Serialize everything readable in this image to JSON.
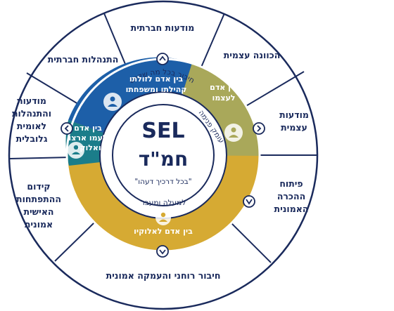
{
  "center": {
    "line1": "SEL",
    "line2": "חמ\"ד",
    "line3": "\"בכל דרכיך דעהו\""
  },
  "ring": {
    "top": "חיבור בכל מה שקיים",
    "right": "עומק פנימה",
    "bottom": "למעלה ומעבר"
  },
  "inner_segments": {
    "top_blue": [
      "בין אדם לזולתו",
      "קהילתו ומשפחתו"
    ],
    "right_olive": [
      "בין אדם",
      "לעצמו"
    ],
    "left_teal": [
      "בין אדם",
      "לעמו ארצו",
      "ואלוקיו"
    ],
    "bottom_gold": [
      "בין אדם לאלוקיו"
    ]
  },
  "outer_segments": {
    "top": [
      "מודעות חברתית"
    ],
    "top_left": [
      "התנהלות חברתית"
    ],
    "left_upper": [
      "מודעות",
      "והתנהלות",
      "לאומית",
      "גלובלית"
    ],
    "left_lower": [
      "קידום",
      "ההתפתחות",
      "האישית",
      "אמונית"
    ],
    "bottom": [
      "חיבור רוחני והעמקה אמונית"
    ],
    "right_lower": [
      "פיתוח",
      "ההכרה",
      "האמונית"
    ],
    "right_upper": [
      "מודעות",
      "עצמית"
    ],
    "top_right": [
      "הכוונה עצמית"
    ]
  },
  "colors": {
    "navy": "#1a2a5c",
    "blue": "#1d5fa8",
    "olive": "#a9a85a",
    "teal": "#1b7d8a",
    "gold": "#d6aa33"
  }
}
